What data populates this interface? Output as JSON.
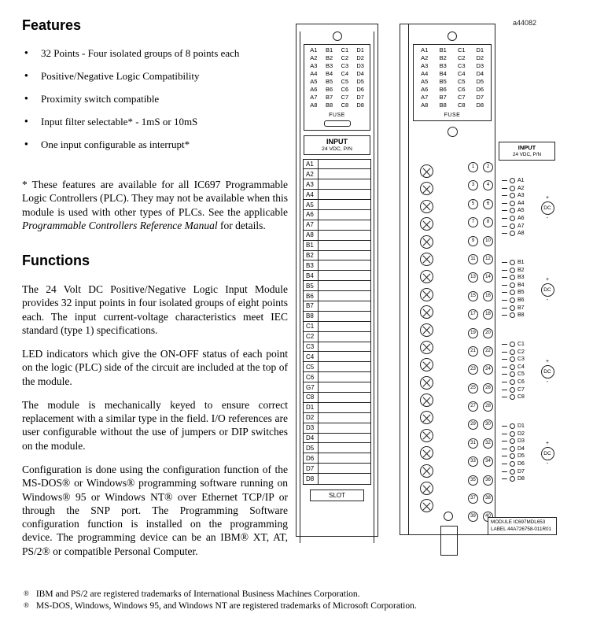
{
  "page": {
    "figure_ref": "a44082"
  },
  "features": {
    "heading": "Features",
    "items": [
      "32 Points - Four isolated groups of 8 points each",
      "Positive/Negative Logic Compatibility",
      "Proximity switch compatible",
      "Input filter selectable* - 1mS or 10mS",
      "One input configurable as interrupt*"
    ],
    "footnote_pre": "* These features are available for all IC697 Programmable Logic Controllers (PLC).  They may not be available when this module is used with other types of PLCs.  See the applicable ",
    "footnote_italic": "Programmable Controllers Reference Manual",
    "footnote_post": "  for details."
  },
  "functions": {
    "heading": "Functions",
    "paragraphs": [
      "The 24 Volt DC Positive/Negative Logic Input Module provides 32 input points in four isolated groups of eight points each.  The input current-voltage characteristics meet IEC standard (type 1) specifications.",
      "LED indicators which give the ON-OFF status of each point on the logic (PLC) side of the circuit are included at the top of the module.",
      "The module is mechanically keyed to ensure correct replacement with a similar type in the field.  I/O references are user configurable without the use of jumpers or DIP switches on the module.",
      "Configuration is done using the configuration function of the MS-DOS® or Windows® programming software running on Windows® 95 or Windows NT® over Ethernet TCP/IP or through the SNP port.  The Programming Software configuration function is installed on the programming device.  The programming device can be an IBM® XT, AT, PS/2® or compatible Personal Computer."
    ]
  },
  "led_labels": [
    "A1",
    "B1",
    "C1",
    "D1",
    "A2",
    "B2",
    "C2",
    "D2",
    "A3",
    "B3",
    "C3",
    "D3",
    "A4",
    "B4",
    "C4",
    "D4",
    "A5",
    "B5",
    "C5",
    "D5",
    "A6",
    "B6",
    "C6",
    "D6",
    "A7",
    "B7",
    "C7",
    "D7",
    "A8",
    "B8",
    "C8",
    "D8"
  ],
  "module_front": {
    "fuse_label": "FUSE",
    "input_label": "INPUT",
    "input_sub": "24 VDC, P/N",
    "terminals": [
      "A1",
      "A2",
      "A3",
      "A4",
      "A5",
      "A6",
      "A7",
      "A8",
      "B1",
      "B2",
      "B3",
      "B4",
      "B5",
      "B6",
      "B7",
      "B8",
      "C1",
      "C2",
      "C3",
      "C4",
      "C5",
      "C6",
      "G7",
      "C8",
      "D1",
      "D2",
      "D3",
      "D4",
      "D5",
      "D6",
      "D7",
      "D8"
    ],
    "slot_label": "SLOT"
  },
  "module_side": {
    "fuse_label": "FUSE",
    "input_label": "INPUT",
    "input_sub": "24 VDC, P/N",
    "terminal_numbers": [
      "1",
      "2",
      "3",
      "4",
      "5",
      "6",
      "7",
      "8",
      "9",
      "10",
      "11",
      "12",
      "13",
      "14",
      "15",
      "16",
      "17",
      "18",
      "19",
      "20",
      "21",
      "22",
      "23",
      "24",
      "25",
      "26",
      "27",
      "28",
      "29",
      "30",
      "31",
      "32",
      "33",
      "34",
      "35",
      "36",
      "37",
      "38",
      "39",
      "40"
    ],
    "groups": [
      {
        "points": [
          "A1",
          "A2",
          "A3",
          "A4",
          "A5",
          "A6",
          "A7",
          "A8"
        ],
        "source_label": "DC",
        "plus": "+",
        "minus": "-"
      },
      {
        "points": [
          "B1",
          "B2",
          "B3",
          "B4",
          "B5",
          "B6",
          "B7",
          "B8"
        ],
        "source_label": "DC",
        "plus": "+",
        "minus": "-"
      },
      {
        "points": [
          "C1",
          "C2",
          "C3",
          "C4",
          "C5",
          "C6",
          "C7",
          "C8"
        ],
        "source_label": "DC",
        "plus": "+",
        "minus": "-"
      },
      {
        "points": [
          "D1",
          "D2",
          "D3",
          "D4",
          "D5",
          "D6",
          "D7",
          "D8"
        ],
        "source_label": "DC",
        "plus": "+",
        "minus": "-"
      }
    ],
    "label_line1": "MODULE  IC697MDL653",
    "label_line2": "LABEL  44A726758-011R01"
  },
  "trademarks": [
    {
      "mark": "®",
      "text": "IBM and PS/2 are registered trademarks of International Business Machines Corporation."
    },
    {
      "mark": "®",
      "text": "MS-DOS, Windows, Windows 95, and Windows NT are registered trademarks of Microsoft Corporation."
    }
  ]
}
